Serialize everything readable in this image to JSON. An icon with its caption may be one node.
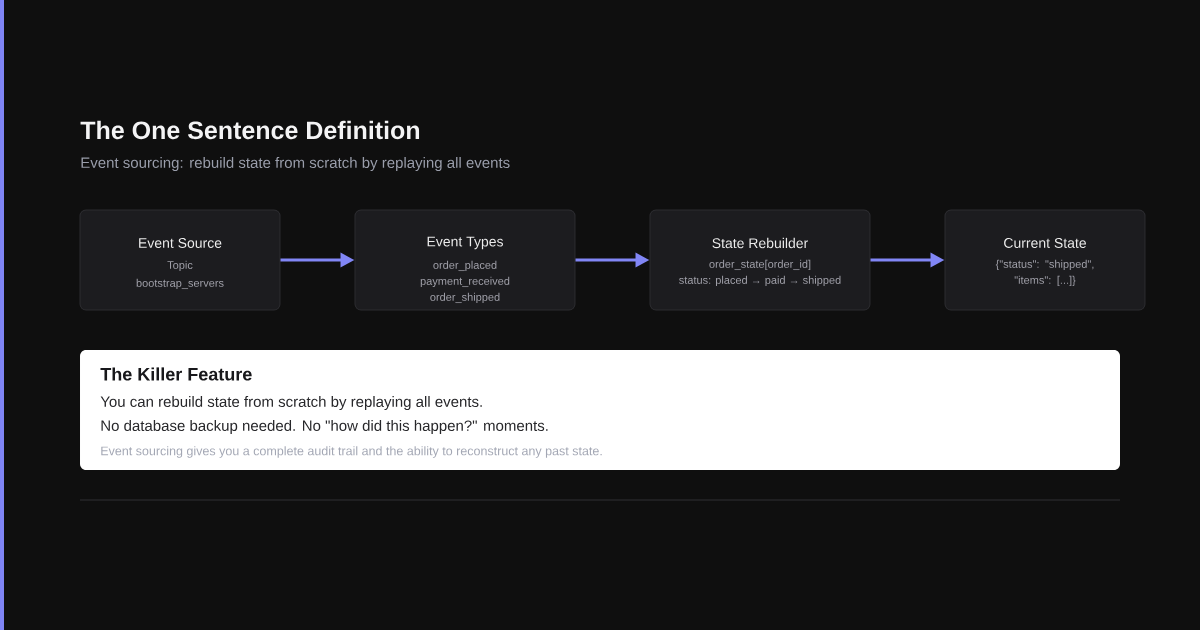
{
  "diagram": {
    "title": "The One Sentence Definition",
    "nodes": [
      {
        "text": [
          "Event Source",
          "Topic",
          "bootstrap_servers"
        ]
      },
      {
        "text": [
          "Event Types",
          "order_placed",
          "payment_received",
          "order_shipped"
        ]
      },
      {
        "text": [
          "State Rebuilder",
          "order_state[order_id]",
          "status: placed → paid → shipped"
        ]
      },
      {
        "text": [
          "Current State",
          "{\"status\": \"shipped\", \"items\": [...]}"
        ]
      },
      {
        "text": [
          "The Killer Feature",
          "You can rebuild state from scratch by replaying all events.",
          "No database backup needed. No \"how did this happen?\" moments.",
          "Event sourcing gives you a complete audit trail and the ability to reconstruct any past state."
        ]
      }
    ],
    "edges": [
      {
        "from": 0,
        "to": 1,
        "arrow": "to"
      },
      {
        "from": 1,
        "to": 2,
        "arrow": "to"
      },
      {
        "from": 2,
        "to": 3,
        "arrow": "to"
      }
    ],
    "labels": [
      "Event sourcing: rebuild state from scratch by replaying all events"
    ]
  }
}
